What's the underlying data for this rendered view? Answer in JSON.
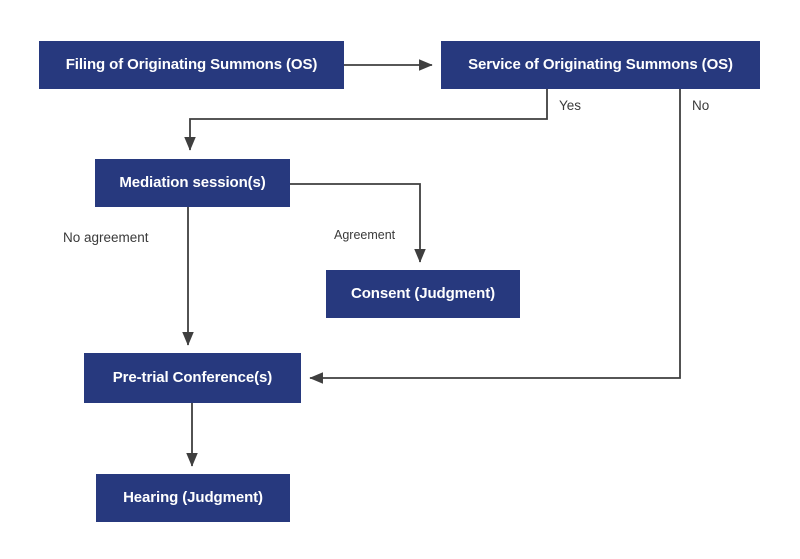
{
  "diagram": {
    "title": "Originating Summons court process flowchart",
    "colors": {
      "node_fill": "#27397E",
      "node_text": "#FFFFFF",
      "edge_line": "#3F3F3F",
      "edge_label_text": "#3A3A3A",
      "background": "#FFFFFF"
    },
    "nodes": [
      {
        "id": "filing",
        "label": "Filing of Originating Summons (OS)"
      },
      {
        "id": "service",
        "label": "Service of Originating Summons (OS)"
      },
      {
        "id": "mediation",
        "label": "Mediation session(s)"
      },
      {
        "id": "consent",
        "label": "Consent (Judgment)"
      },
      {
        "id": "pretrial",
        "label": "Pre-trial Conference(s)"
      },
      {
        "id": "hearing",
        "label": "Hearing (Judgment)"
      }
    ],
    "edges": [
      {
        "id": "filing-to-service",
        "from": "filing",
        "to": "service",
        "label": ""
      },
      {
        "id": "service-yes-mediation",
        "from": "service",
        "to": "mediation",
        "label": "Yes"
      },
      {
        "id": "service-no-pretrial",
        "from": "service",
        "to": "pretrial",
        "label": "No"
      },
      {
        "id": "mediation-agreement",
        "from": "mediation",
        "to": "consent",
        "label": "Agreement"
      },
      {
        "id": "mediation-no-agreement",
        "from": "mediation",
        "to": "pretrial",
        "label": "No agreement"
      },
      {
        "id": "pretrial-to-hearing",
        "from": "pretrial",
        "to": "hearing",
        "label": ""
      }
    ]
  }
}
